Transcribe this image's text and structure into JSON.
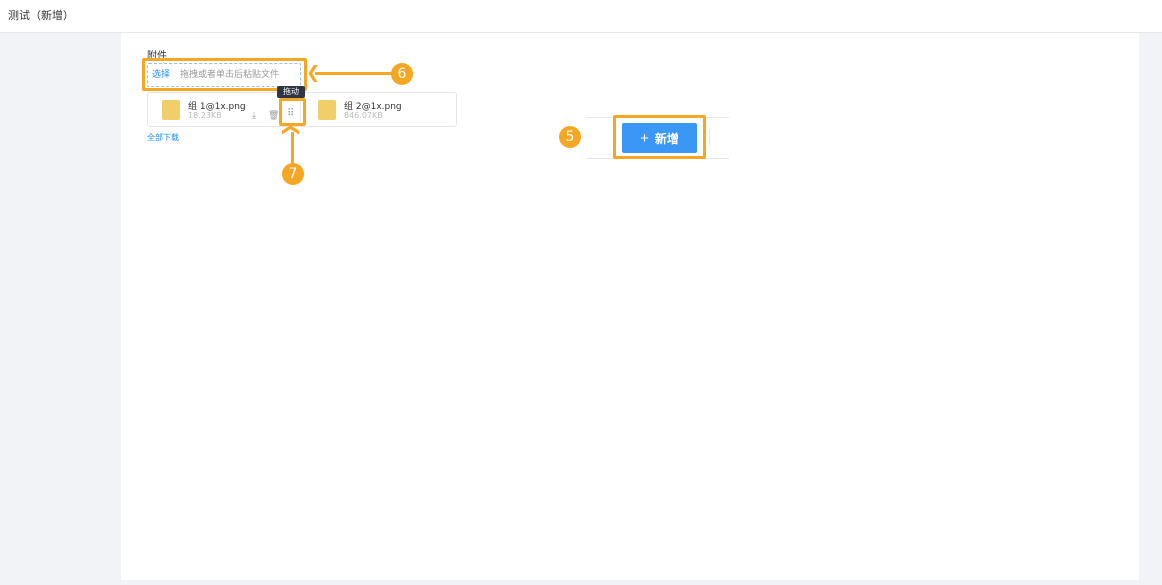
{
  "header": {
    "title": "测试（新增）"
  },
  "attachment": {
    "label": "附件",
    "select_label": "选择",
    "drop_hint": "拖拽或者单击后粘贴文件",
    "download_all": "全部下载",
    "drag_tooltip": "拖动",
    "files": [
      {
        "name": "组 1@1x.png",
        "size": "18.23KB"
      },
      {
        "name": "组 2@1x.png",
        "size": "846.07KB"
      }
    ]
  },
  "add_button": {
    "label": "新增",
    "icon": "plus-icon"
  },
  "annotations": {
    "five": "5",
    "six": "6",
    "seven": "7"
  },
  "colors": {
    "accent": "#3a97f5",
    "highlight": "#f5a623"
  }
}
